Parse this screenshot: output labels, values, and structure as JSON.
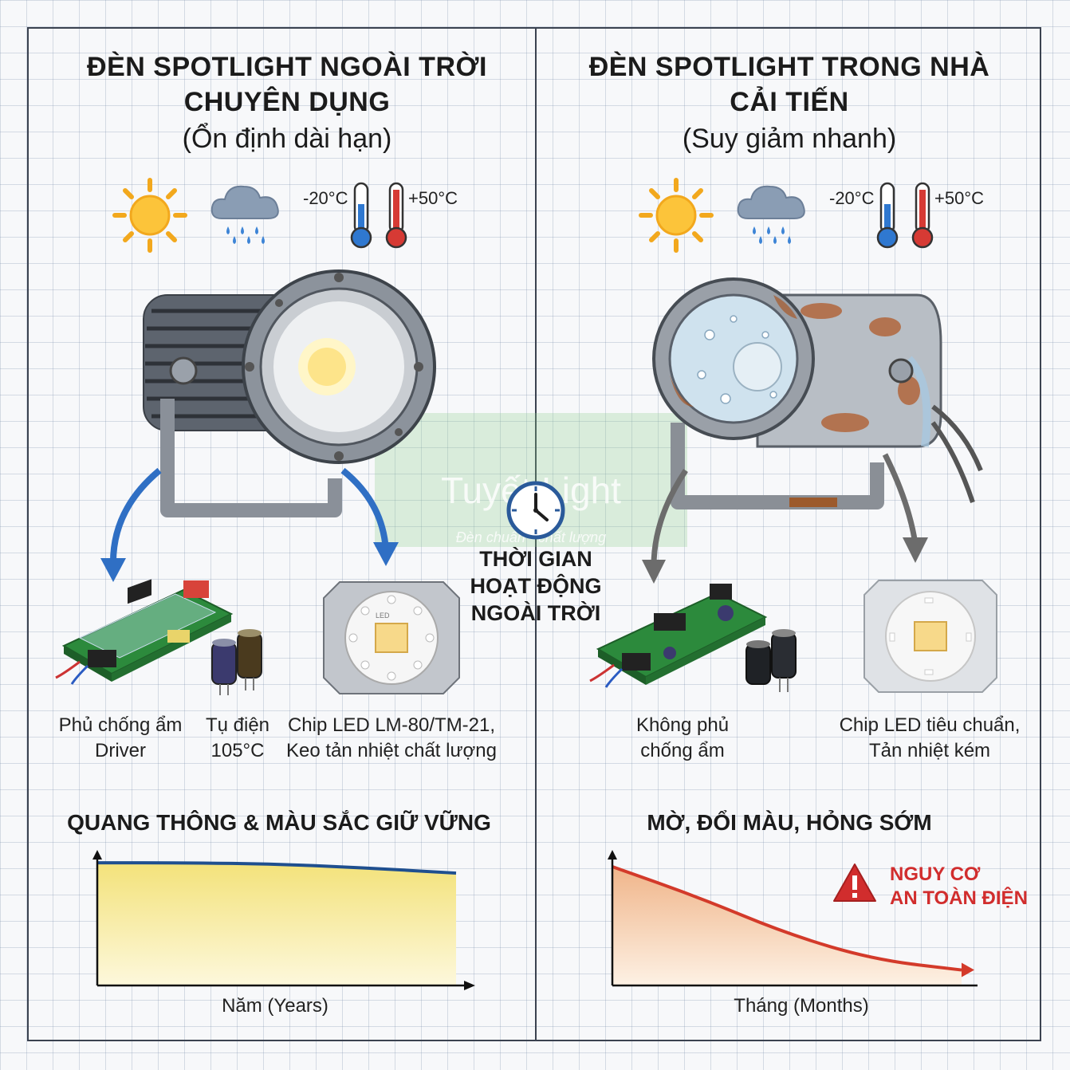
{
  "left": {
    "title_line1": "ĐÈN SPOTLIGHT NGOÀI TRỜI",
    "title_line2": "CHUYÊN DỤNG",
    "subtitle": "(Ổn định dài hạn)",
    "temp_low": "-20°C",
    "temp_high": "+50°C",
    "label_driver_1": "Phủ chống ẩm",
    "label_driver_2": "Driver",
    "label_cap_1": "Tụ điện",
    "label_cap_2": "105°C",
    "label_chip_1": "Chip LED LM-80/TM-21,",
    "label_chip_2": "Keo tản nhiệt chất lượng",
    "chart_title": "QUANG THÔNG & MÀU SẮC GIỮ VỮNG",
    "x_label": "Năm (Years)",
    "led_mark": "LED"
  },
  "right": {
    "title_line1": "ĐÈN SPOTLIGHT TRONG NHÀ",
    "title_line2": "CẢI TIẾN",
    "subtitle": "(Suy giảm nhanh)",
    "temp_low": "-20°C",
    "temp_high": "+50°C",
    "label_driver_1": "Không phủ",
    "label_driver_2": "chống ẩm",
    "label_chip_1": "Chip LED tiêu chuẩn,",
    "label_chip_2": "Tản nhiệt kém",
    "chart_title": "MỜ, ĐỔI MÀU, HỎNG SỚM",
    "x_label": "Tháng (Months)",
    "warning_1": "NGUY CƠ",
    "warning_2": "AN TOÀN ĐIỆN"
  },
  "center": {
    "line1": "THỜI GIAN",
    "line2": "HOẠT ĐỘNG",
    "line3": "NGOÀI TRỜI"
  },
  "watermark": {
    "brand": "Tuyết Light",
    "tagline": "Đèn chuẩn - chất lượng"
  },
  "icons": {
    "sun": "sun-icon",
    "rain": "rain-cloud-icon",
    "cold": "thermometer-cold-icon",
    "hot": "thermometer-hot-icon",
    "clock": "clock-icon",
    "warning": "warning-icon"
  },
  "colors": {
    "stable_line": "#1f4f8f",
    "stable_fill": "#f7e98a",
    "decay_line": "#d33a2a",
    "decay_fill": "#f4c39d",
    "arrow_blue": "#2f6fc4",
    "arrow_gray": "#6c6c6c",
    "warning_red": "#d12d2d"
  },
  "chart_data": [
    {
      "type": "area",
      "title": "QUANG THÔNG & MÀU SẮC GIỮ VỮNG",
      "xlabel": "Năm (Years)",
      "ylabel": "",
      "x": [
        0,
        0.25,
        0.5,
        0.75,
        1
      ],
      "values": [
        0.95,
        0.95,
        0.94,
        0.91,
        0.87
      ],
      "ylim": [
        0,
        1
      ]
    },
    {
      "type": "area",
      "title": "MỜ, ĐỔI MÀU, HỎNG SỚM",
      "xlabel": "Tháng (Months)",
      "ylabel": "",
      "x": [
        0,
        0.25,
        0.5,
        0.75,
        1
      ],
      "values": [
        0.92,
        0.68,
        0.4,
        0.2,
        0.12
      ],
      "ylim": [
        0,
        1
      ]
    }
  ]
}
